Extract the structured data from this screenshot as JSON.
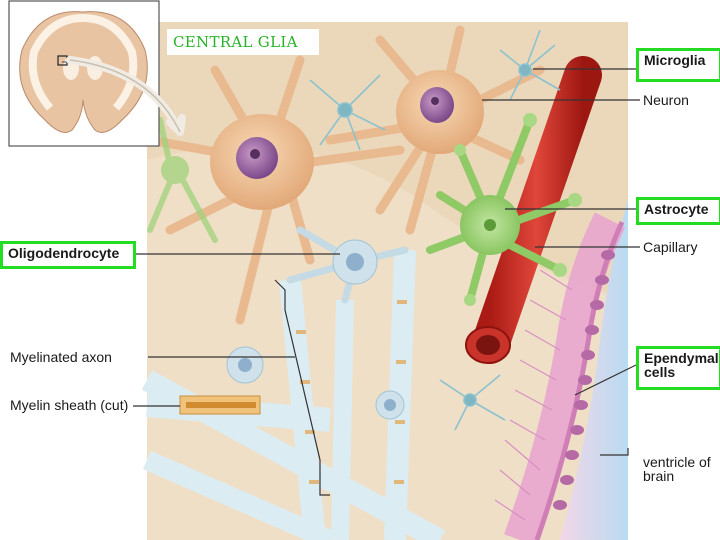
{
  "title": "CENTRAL GLIA",
  "labels": {
    "microglia": "Microglia",
    "neuron": "Neuron",
    "astrocyte": "Astrocyte",
    "capillary": "Capillary",
    "oligodendrocyte": "Oligodendrocyte",
    "myelinated_axon": "Myelinated axon",
    "myelin_sheath": "Myelin sheath (cut)",
    "ependymal_cells": "Ependymal cells",
    "ventricle": "ventricle of brain"
  },
  "colors": {
    "highlight_box": "#22dd22",
    "title_text": "#27b327",
    "neuron": "#f2c9a0",
    "astrocyte": "#9fd27a",
    "capillary": "#d8352a",
    "myelin": "#d9ebf2",
    "ependyma": "#e6a7d2",
    "ventricle": "#cfe6f4",
    "background_tissue": "#efe0c8"
  },
  "icons": [
    "brain-cross-section-thumbnail",
    "curved-arrow-icon"
  ]
}
